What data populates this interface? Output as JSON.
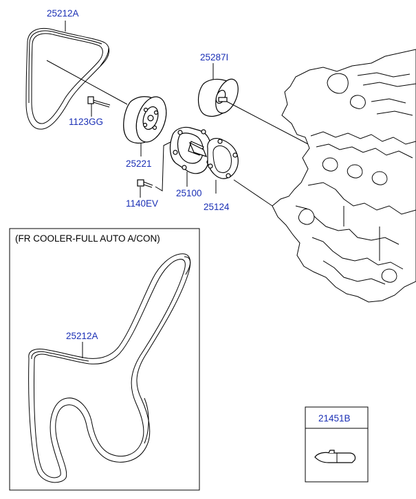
{
  "labels": {
    "belt_top": "25212A",
    "bolt_1": "1123GG",
    "pulley": "25221",
    "bolt_2": "1140EV",
    "idler": "25287I",
    "water_pump": "25100",
    "gasket": "25124",
    "belt_box": "25212A",
    "sealant": "21451B"
  },
  "box": {
    "caption": "(FR COOLER-FULL AUTO A/CON)"
  },
  "colors": {
    "label": "#1a2fb5",
    "line": "#000000",
    "background": "#ffffff"
  }
}
